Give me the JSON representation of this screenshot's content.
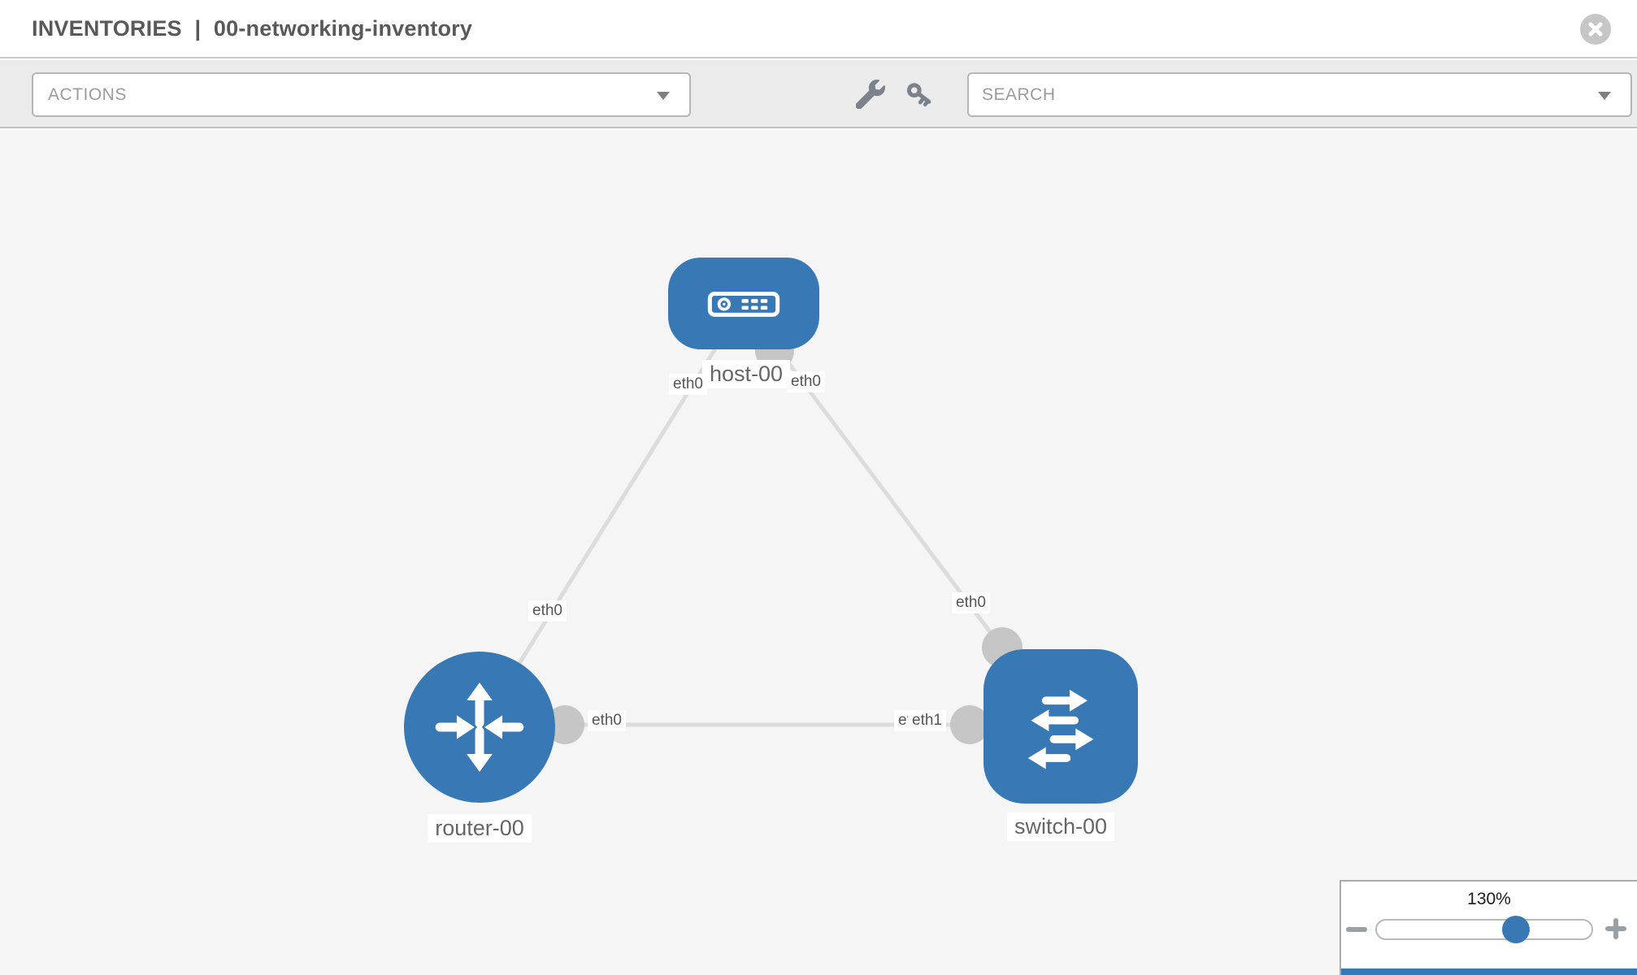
{
  "header": {
    "section": "INVENTORIES",
    "separator": "|",
    "inventory_name": "00-networking-inventory"
  },
  "toolbar": {
    "actions_label": "ACTIONS",
    "search_placeholder": "SEARCH"
  },
  "topology": {
    "nodes": [
      {
        "id": "host-00",
        "type": "host",
        "label": "host-00"
      },
      {
        "id": "router-00",
        "type": "router",
        "label": "router-00"
      },
      {
        "id": "switch-00",
        "type": "switch",
        "label": "switch-00"
      }
    ],
    "links": [
      {
        "source": "host-00",
        "target": "router-00",
        "source_label": "eth0",
        "target_label": "eth0"
      },
      {
        "source": "host-00",
        "target": "switch-00",
        "source_label": "eth0",
        "target_label": "eth0"
      },
      {
        "source": "router-00",
        "target": "switch-00",
        "source_label": "eth0",
        "target_label": "eth1",
        "target_label_under": "eth0"
      }
    ]
  },
  "zoom_control": {
    "level": "130%"
  },
  "colors": {
    "node_blue": "#3879b5",
    "link_gray": "#dcdcdc",
    "connector_gray": "#c6c6c6",
    "accent_bar_blue": "#337ab7"
  }
}
